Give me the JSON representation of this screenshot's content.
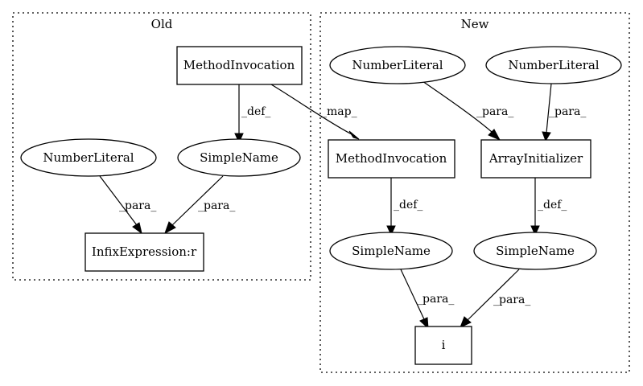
{
  "clusters": {
    "old": {
      "label": "Old"
    },
    "new": {
      "label": "New"
    }
  },
  "nodes": {
    "old_method_invocation": {
      "label": "MethodInvocation"
    },
    "old_simple_name": {
      "label": "SimpleName"
    },
    "old_number_literal": {
      "label": "NumberLiteral"
    },
    "old_infix_expression": {
      "label": "InfixExpression:r"
    },
    "new_number_literal_1": {
      "label": "NumberLiteral"
    },
    "new_number_literal_2": {
      "label": "NumberLiteral"
    },
    "new_method_invocation": {
      "label": "MethodInvocation"
    },
    "new_array_initializer": {
      "label": "ArrayInitializer"
    },
    "new_simple_name_1": {
      "label": "SimpleName"
    },
    "new_simple_name_2": {
      "label": "SimpleName"
    },
    "new_i": {
      "label": "i"
    }
  },
  "edges": [
    {
      "from": "old_method_invocation",
      "to": "old_simple_name",
      "label": "_def_"
    },
    {
      "from": "old_method_invocation",
      "to": "new_method_invocation",
      "label": "_map_"
    },
    {
      "from": "old_number_literal",
      "to": "old_infix_expression",
      "label": "_para_"
    },
    {
      "from": "old_simple_name",
      "to": "old_infix_expression",
      "label": "_para_"
    },
    {
      "from": "new_number_literal_1",
      "to": "new_array_initializer",
      "label": "_para_"
    },
    {
      "from": "new_number_literal_2",
      "to": "new_array_initializer",
      "label": "_para_"
    },
    {
      "from": "new_method_invocation",
      "to": "new_simple_name_1",
      "label": "_def_"
    },
    {
      "from": "new_array_initializer",
      "to": "new_simple_name_2",
      "label": "_def_"
    },
    {
      "from": "new_simple_name_1",
      "to": "new_i",
      "label": "_para_"
    },
    {
      "from": "new_simple_name_2",
      "to": "new_i",
      "label": "_para_"
    }
  ]
}
